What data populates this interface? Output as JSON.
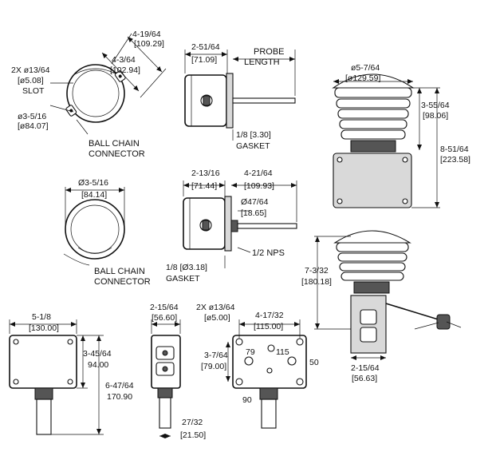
{
  "view_top_left": {
    "dim_outer_in": "4-19/64",
    "dim_outer_mm": "[109.29]",
    "dim_inner_in": "4-3/64",
    "dim_inner_mm": "[102.94]",
    "slot_note": "2X ø13/64",
    "slot_mm": "[ø5.08]",
    "slot_word": "SLOT",
    "dia_in": "ø3-5/16",
    "dia_mm": "[ø84.07]",
    "connector_1": "BALL CHAIN",
    "connector_2": "CONNECTOR"
  },
  "view_probe_side": {
    "dim_in": "2-51/64",
    "dim_mm": "[71.09]",
    "probe_1": "PROBE",
    "probe_2": "LENGTH",
    "gasket_dim": "1/8 [3.30]",
    "gasket_word": "GASKET"
  },
  "view_shield_top": {
    "dia_in": "ø5-7/64",
    "dia_mm": "[ø129.59]",
    "h1_in": "3-55/64",
    "h1_mm": "[98.06]",
    "h2_in": "8-51/64",
    "h2_mm": "[223.58]"
  },
  "view_ring_bottom": {
    "dia_in": "Ø3-5/16",
    "dia_mm": "[84.14]",
    "connector_1": "BALL CHAIN",
    "connector_2": "CONNECTOR"
  },
  "view_nps_side": {
    "w1_in": "2-13/16",
    "w1_mm": "[71.44]",
    "w2_in": "4-21/64",
    "w2_mm": "[109.93]",
    "probe_dia_in": "Ø47/64",
    "probe_dia_mm": "[18.65]",
    "nps": "1/2 NPS",
    "gasket_dim": "1/8 [Ø3.18]",
    "gasket_word": "GASKET"
  },
  "view_shield_side": {
    "h_in": "7-3/32",
    "h_mm": "[180.18]",
    "w_in": "2-15/64",
    "w_mm": "[56.63]"
  },
  "view_box_front": {
    "w_in": "5-1/8",
    "w_mm": "[130.00]",
    "h_in": "3-45/64",
    "h_mm": "94.00",
    "total_in": "6-47/64",
    "total_mm": "170.90"
  },
  "view_box_side": {
    "w_in": "2-15/64",
    "w_mm": "[56.60]",
    "probe_in": "27/32",
    "probe_mm": "[21.50]"
  },
  "view_box_mount": {
    "hole_note": "2X ø13/64",
    "hole_mm": "[ø5.00]",
    "w_in": "4-17/32",
    "w_mm": "[115.00]",
    "h_in": "3-7/64",
    "h_mm": "[79.00]",
    "n79": "79",
    "n115": "115",
    "n50": "50",
    "n90": "90"
  }
}
